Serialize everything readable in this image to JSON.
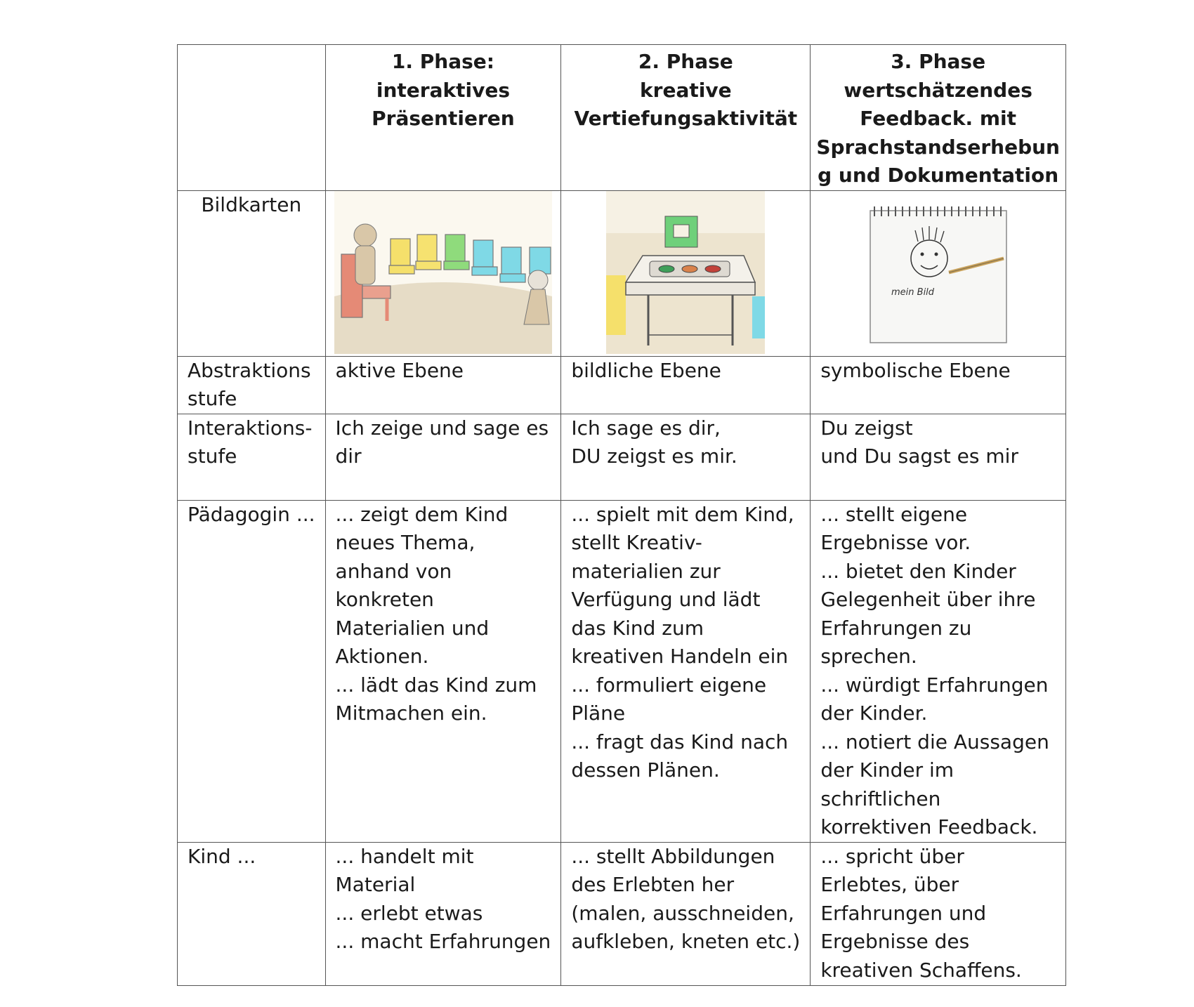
{
  "header": {
    "corner": "",
    "phases": [
      {
        "lines": [
          "1. Phase:",
          "interaktives",
          "Präsentieren"
        ]
      },
      {
        "lines": [
          "2. Phase",
          "kreative",
          "Vertiefungsaktivität"
        ]
      },
      {
        "lines": [
          "3. Phase",
          "wertschätzendes",
          "Feedback. mit",
          "Sprachstandserhebun",
          "g und Dokumentation"
        ]
      }
    ]
  },
  "rows": {
    "bildkarten": {
      "label": "Bildkarten",
      "images": [
        "chairs-circle-illustration",
        "table-with-traffic-lights-illustration",
        "notebook-drawing-illustration"
      ],
      "notebook_text": "mein Bild"
    },
    "abstraktion": {
      "label_lines": [
        "Abstraktions",
        "stufe"
      ],
      "cells": [
        [
          "aktive Ebene"
        ],
        [
          "bildliche Ebene"
        ],
        [
          "symbolische Ebene"
        ]
      ]
    },
    "interaktion": {
      "label_lines": [
        "Interaktions-",
        "stufe"
      ],
      "cells": [
        [
          "Ich zeige und sage es",
          "dir"
        ],
        [
          "Ich sage es dir,",
          "DU zeigst es mir."
        ],
        [
          "Du zeigst",
          "und Du sagst es mir"
        ]
      ]
    },
    "paedagogin": {
      "label_lines": [
        "Pädagogin ..."
      ],
      "cells": [
        [
          "... zeigt dem Kind",
          "neues Thema,",
          "anhand von",
          "konkreten",
          "Materialien und",
          "Aktionen.",
          "... lädt das Kind zum",
          "Mitmachen ein."
        ],
        [
          "... spielt mit dem Kind,",
          "stellt Kreativ-",
          "materialien zur",
          "Verfügung und lädt",
          "das Kind zum",
          "kreativen Handeln ein",
          "... formuliert eigene",
          "Pläne",
          "... fragt das Kind nach",
          "dessen Plänen."
        ],
        [
          "... stellt eigene",
          "Ergebnisse vor.",
          "... bietet den Kinder",
          "Gelegenheit über ihre",
          "Erfahrungen zu",
          "sprechen.",
          "... würdigt Erfahrungen",
          "der Kinder.",
          "... notiert die Aussagen",
          "der Kinder im",
          "schriftlichen",
          "korrektiven Feedback."
        ]
      ]
    },
    "kind": {
      "label_lines": [
        "Kind ..."
      ],
      "cells": [
        [
          "... handelt mit",
          "Material",
          "... erlebt etwas",
          "... macht Erfahrungen"
        ],
        [
          "... stellt Abbildungen",
          "des Erlebten her",
          "(malen, ausschneiden,",
          "aufkleben, kneten etc.)"
        ],
        [
          "... spricht über",
          "Erlebtes, über",
          "Erfahrungen und",
          "Ergebnisse des",
          "kreativen Schaffens."
        ]
      ]
    }
  }
}
